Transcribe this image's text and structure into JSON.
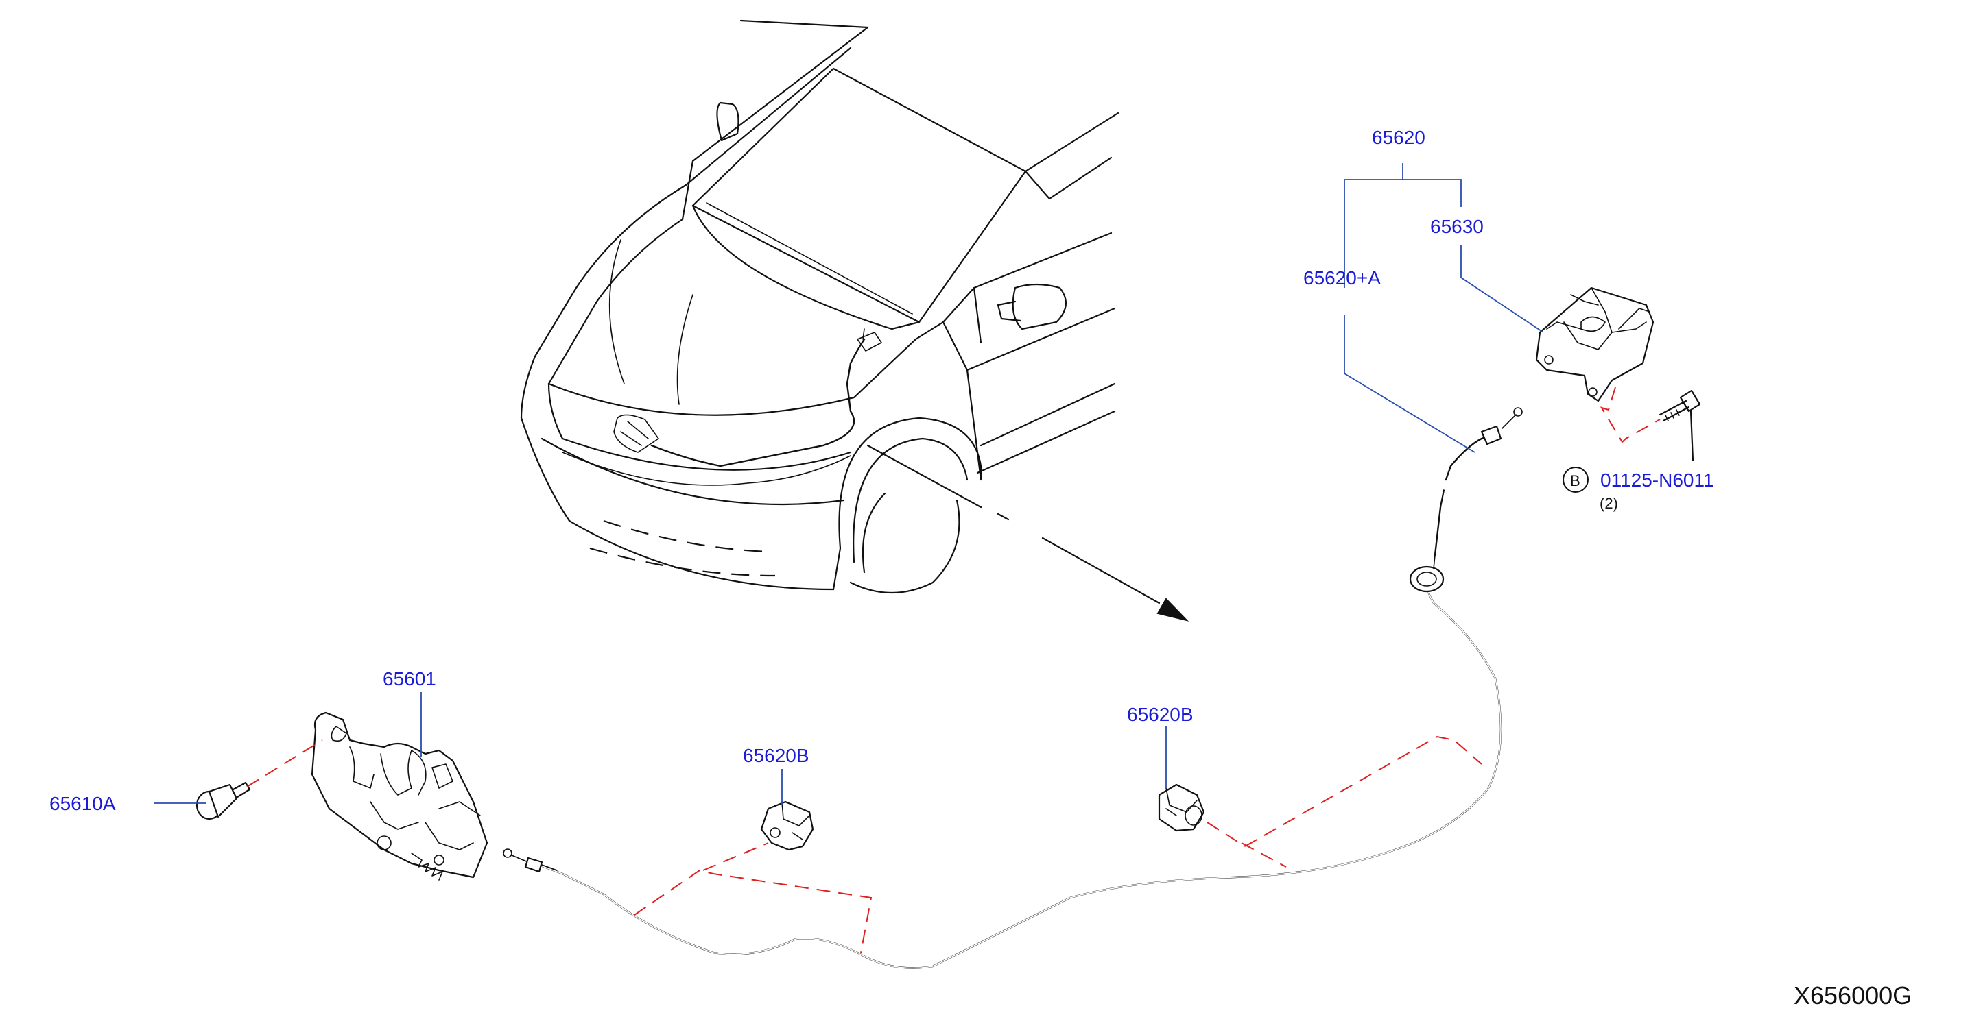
{
  "labels": {
    "assembly_65620": "65620",
    "part_65630": "65630",
    "part_65620A": "65620+A",
    "bolt_01125": "01125-N6011",
    "bolt_qty": "(2)",
    "bolt_marker": "B",
    "part_65601": "65601",
    "part_65610A": "65610A",
    "clip_65620B_left": "65620B",
    "clip_65620B_right": "65620B"
  },
  "diagram_code": "X656000G"
}
